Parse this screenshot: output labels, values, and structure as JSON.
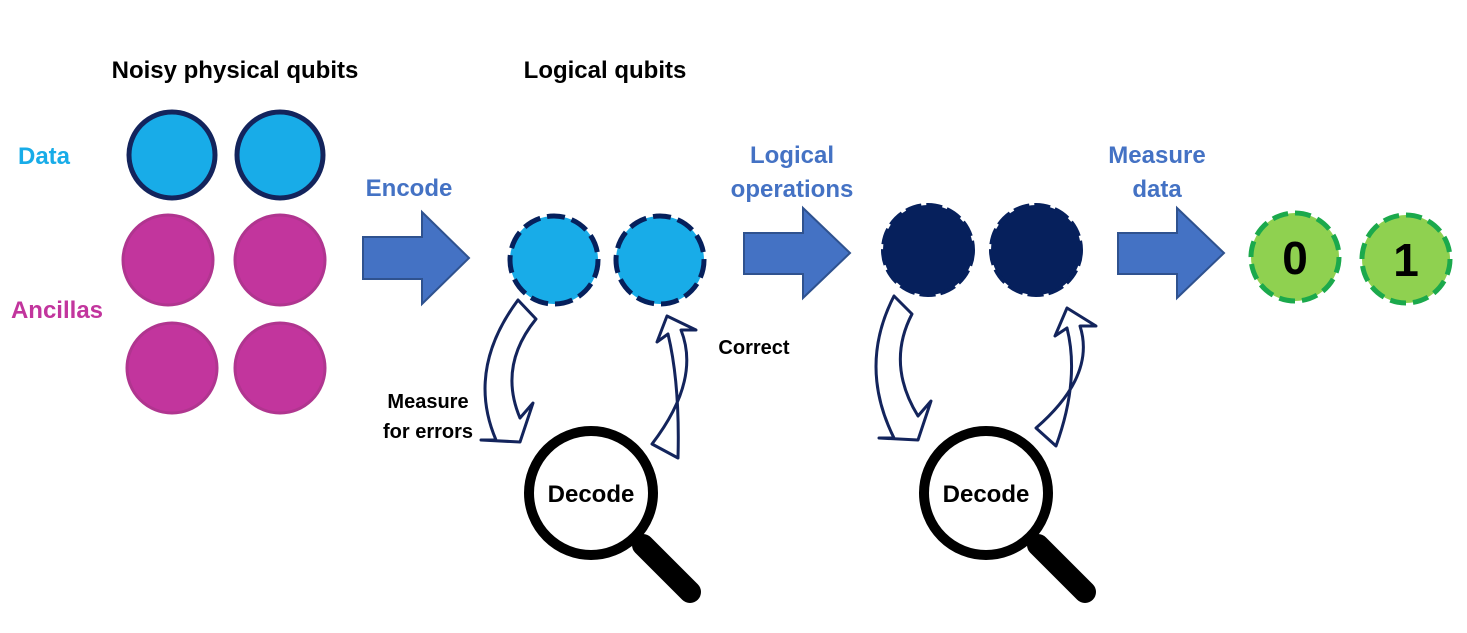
{
  "headings": {
    "physical": "Noisy physical qubits",
    "logical": "Logical qubits"
  },
  "row_labels": {
    "data": "Data",
    "ancillas": "Ancillas"
  },
  "steps": {
    "encode": "Encode",
    "logical_ops_line1": "Logical",
    "logical_ops_line2": "operations",
    "measure_data_line1": "Measure",
    "measure_data_line2": "data"
  },
  "loop_labels": {
    "measure_line1": "Measure",
    "measure_line2": "for errors",
    "correct": "Correct"
  },
  "decoders": [
    "Decode",
    "Decode"
  ],
  "outputs": [
    "0",
    "1"
  ],
  "colors": {
    "data_qubit": "#18ACE8",
    "ancilla_qubit": "#C2359D",
    "logical_operated": "#06205C",
    "outline_dark": "#13245C",
    "arrow_fill": "#4472C4",
    "step_text": "#4472C4",
    "output_fill": "#8FD150",
    "output_outline": "#1BA94C"
  }
}
